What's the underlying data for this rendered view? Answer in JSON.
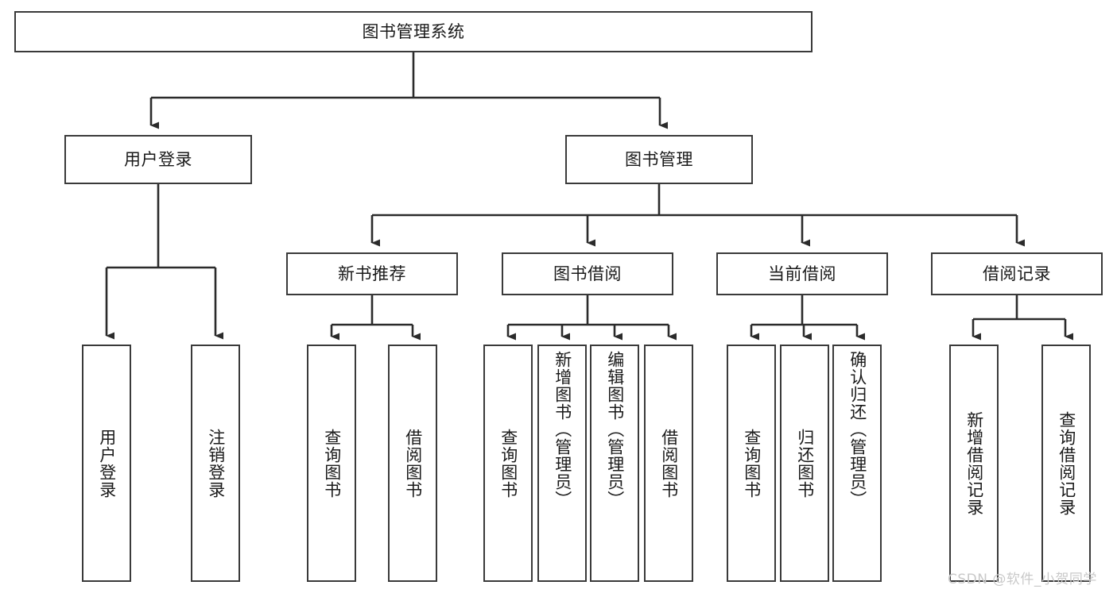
{
  "diagram": {
    "title": "图书管理系统",
    "type": "tree-hierarchy",
    "watermark": "CSDN @软件_小贺同学",
    "colors": {
      "background": "#ffffff",
      "box_border": "#3a3a3a",
      "box_fill": "#ffffff",
      "edge": "#2b2b2b",
      "text": "#1a1a1a",
      "watermark": "#c9c9c9"
    }
  },
  "nodes": {
    "root": {
      "label": "图书管理系统"
    },
    "level1": [
      {
        "label": "用户登录"
      },
      {
        "label": "图书管理"
      }
    ],
    "level2": [
      {
        "label": "新书推荐"
      },
      {
        "label": "图书借阅"
      },
      {
        "label": "当前借阅"
      },
      {
        "label": "借阅记录"
      }
    ],
    "leaves_user_login": [
      {
        "label": "用户登录"
      },
      {
        "label": "注销登录"
      }
    ],
    "leaves_new_book": [
      {
        "label": "查询图书"
      },
      {
        "label": "借阅图书"
      }
    ],
    "leaves_borrow": [
      {
        "label": "查询图书"
      },
      {
        "label": "新增图书（管理员）"
      },
      {
        "label": "编辑图书（管理员）"
      },
      {
        "label": "借阅图书"
      }
    ],
    "leaves_current": [
      {
        "label": "查询图书"
      },
      {
        "label": "归还图书"
      },
      {
        "label": "确认归还（管理员）"
      }
    ],
    "leaves_records": [
      {
        "label": "新增借阅记录"
      },
      {
        "label": "查询借阅记录"
      }
    ]
  }
}
